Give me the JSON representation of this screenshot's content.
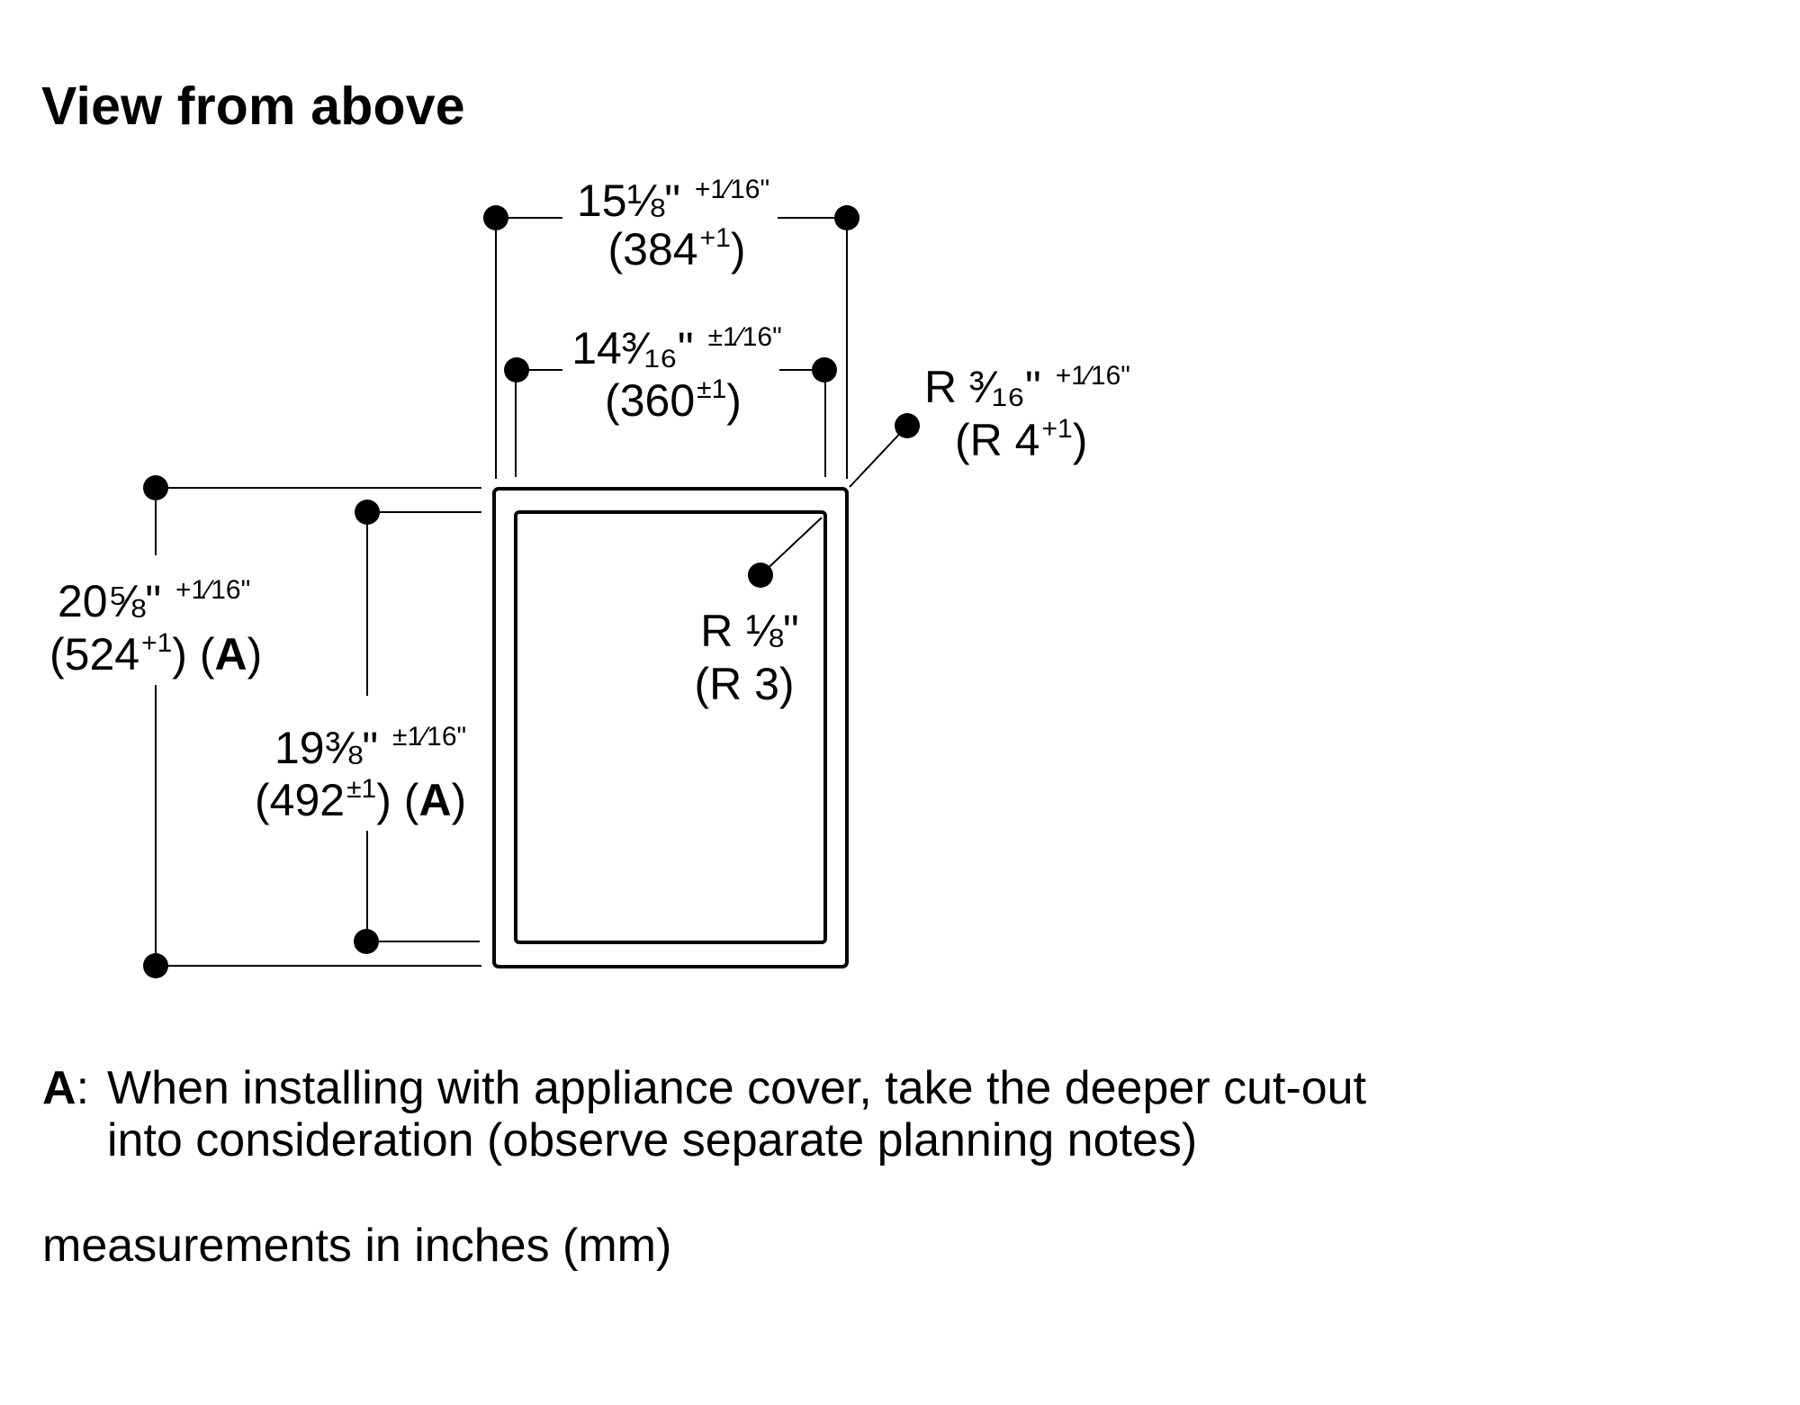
{
  "title": "View from above",
  "dimensions": {
    "outer_width": {
      "imperial": "15⅛\"",
      "imperial_tolerance": "+1⁄16\"",
      "metric": "(384",
      "metric_tolerance": "+1",
      "metric_close": ")"
    },
    "inner_width": {
      "imperial": "14³⁄₁₆\"",
      "imperial_tolerance": "±1⁄16\"",
      "metric": "(360",
      "metric_tolerance": "±1",
      "metric_close": ")"
    },
    "outer_radius": {
      "imperial": "R ³⁄₁₆\"",
      "imperial_tolerance": "+1⁄16\"",
      "metric": "(R 4",
      "metric_tolerance": "+1",
      "metric_close": ")"
    },
    "inner_radius": {
      "imperial": "R ⅛\"",
      "metric": "(R 3)"
    },
    "outer_depth": {
      "imperial": "20⅝\"",
      "imperial_tolerance": "+1⁄16\"",
      "metric": "(524",
      "metric_tolerance": "+1",
      "metric_close": ")",
      "note_ref_open": " (",
      "note_ref": "A",
      "note_ref_close": ")"
    },
    "inner_depth": {
      "imperial": "19⅜\"",
      "imperial_tolerance": "±1⁄16\"",
      "metric": "(492",
      "metric_tolerance": "±1",
      "metric_close": ")",
      "note_ref_open": " (",
      "note_ref": "A",
      "note_ref_close": ")"
    }
  },
  "notes": {
    "a_key": "A",
    "a_colon": ":",
    "a_line1": "When installing with appliance cover, take the deeper cut-out",
    "a_line2": "into consideration (observe separate planning notes)",
    "units": "measurements in inches (mm)"
  }
}
